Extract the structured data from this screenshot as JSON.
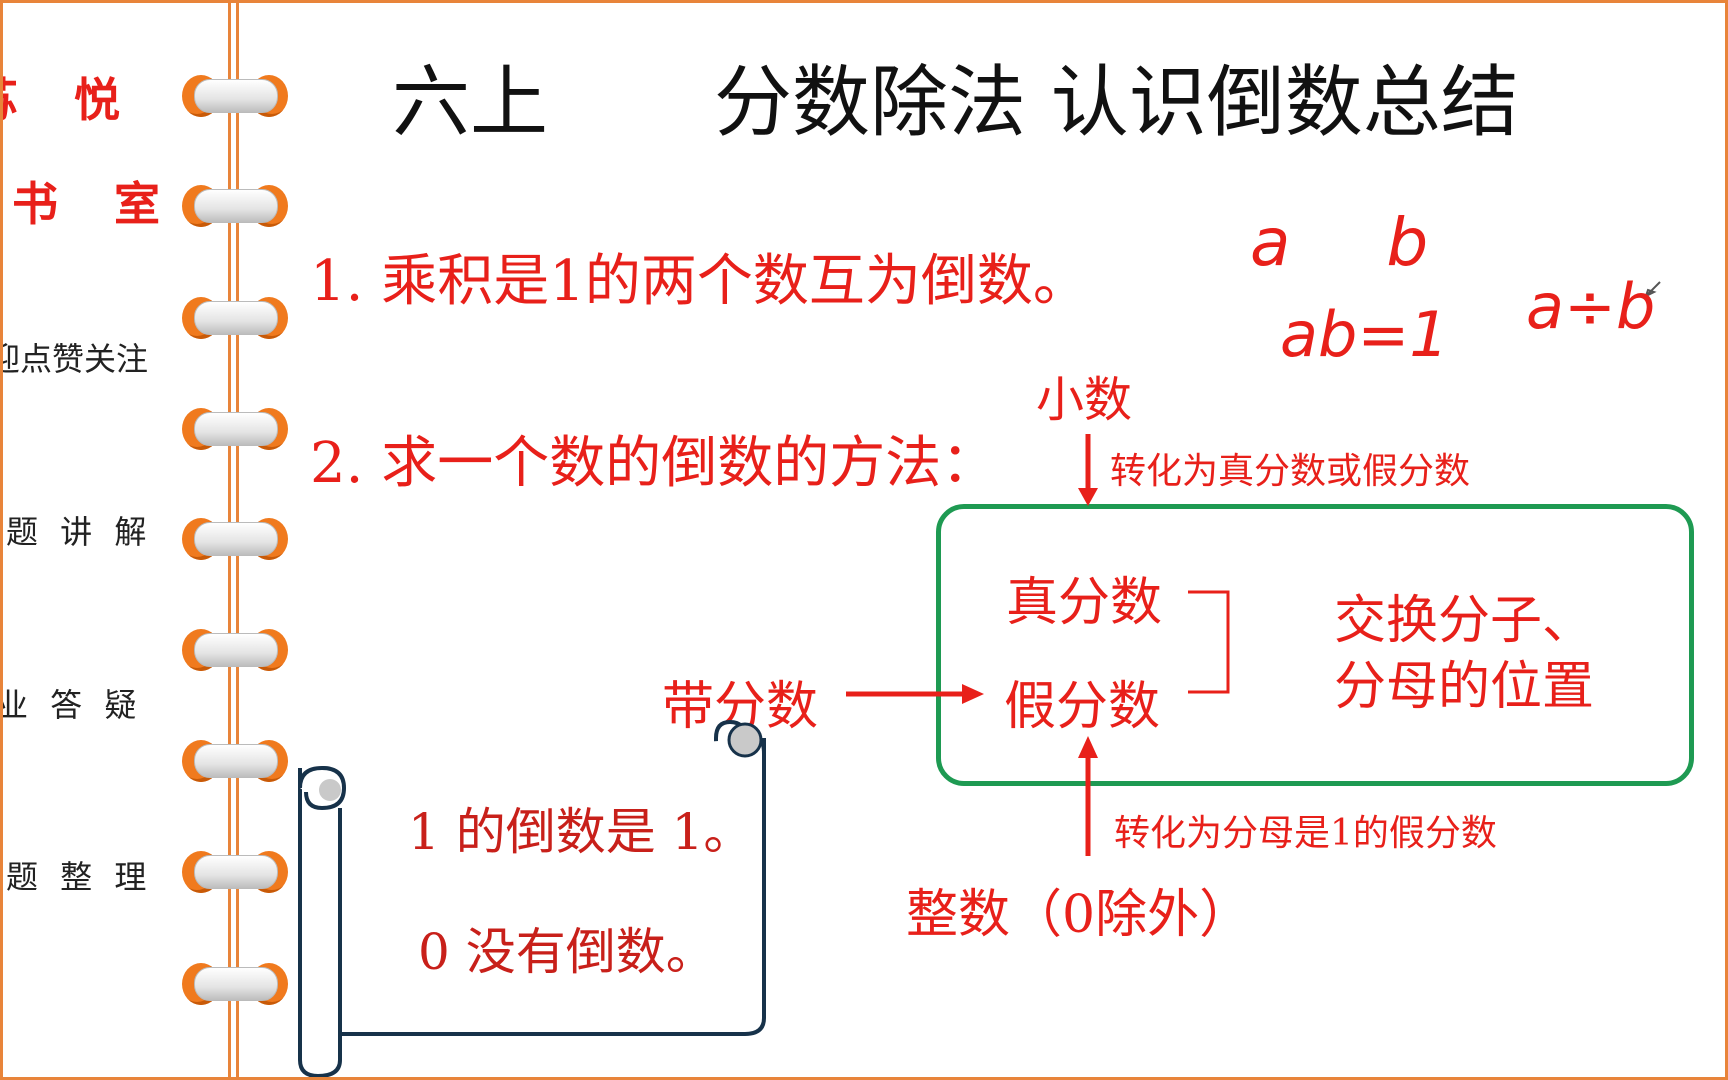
{
  "sidebar": {
    "title_line1": "苏 悦",
    "title_line2": "书 室",
    "items": [
      "迎点赞关注",
      "题 讲 解",
      "业 答 疑",
      "题 整 理"
    ]
  },
  "title": {
    "grade": "六上",
    "topic": "分数除法  认识倒数总结"
  },
  "points": {
    "p1": "1. 乘积是1的两个数互为倒数。",
    "p2": "2. 求一个数的倒数的方法："
  },
  "diagram": {
    "decimal": "小数",
    "to_fraction_note": "转化为真分数或假分数",
    "proper_fraction": "真分数",
    "improper_fraction": "假分数",
    "mixed_number": "带分数",
    "swap_line1": "交换分子、",
    "swap_line2": "分母的位置",
    "integer_note": "转化为分母是1的假分数",
    "integer": "整数（0除外）"
  },
  "scroll": {
    "line1": "1 的倒数是 1。",
    "line2": "0 没有倒数。"
  },
  "handwriting": {
    "line1": "a  b",
    "line2": "ab=1",
    "line3": "a÷b"
  },
  "colors": {
    "accent_red": "#e8201a",
    "box_green": "#1e9a52",
    "frame_orange": "#e8843a",
    "scroll_navy": "#17324a"
  },
  "icons": [
    "pen-cursor-icon",
    "binder-ring-icon"
  ]
}
